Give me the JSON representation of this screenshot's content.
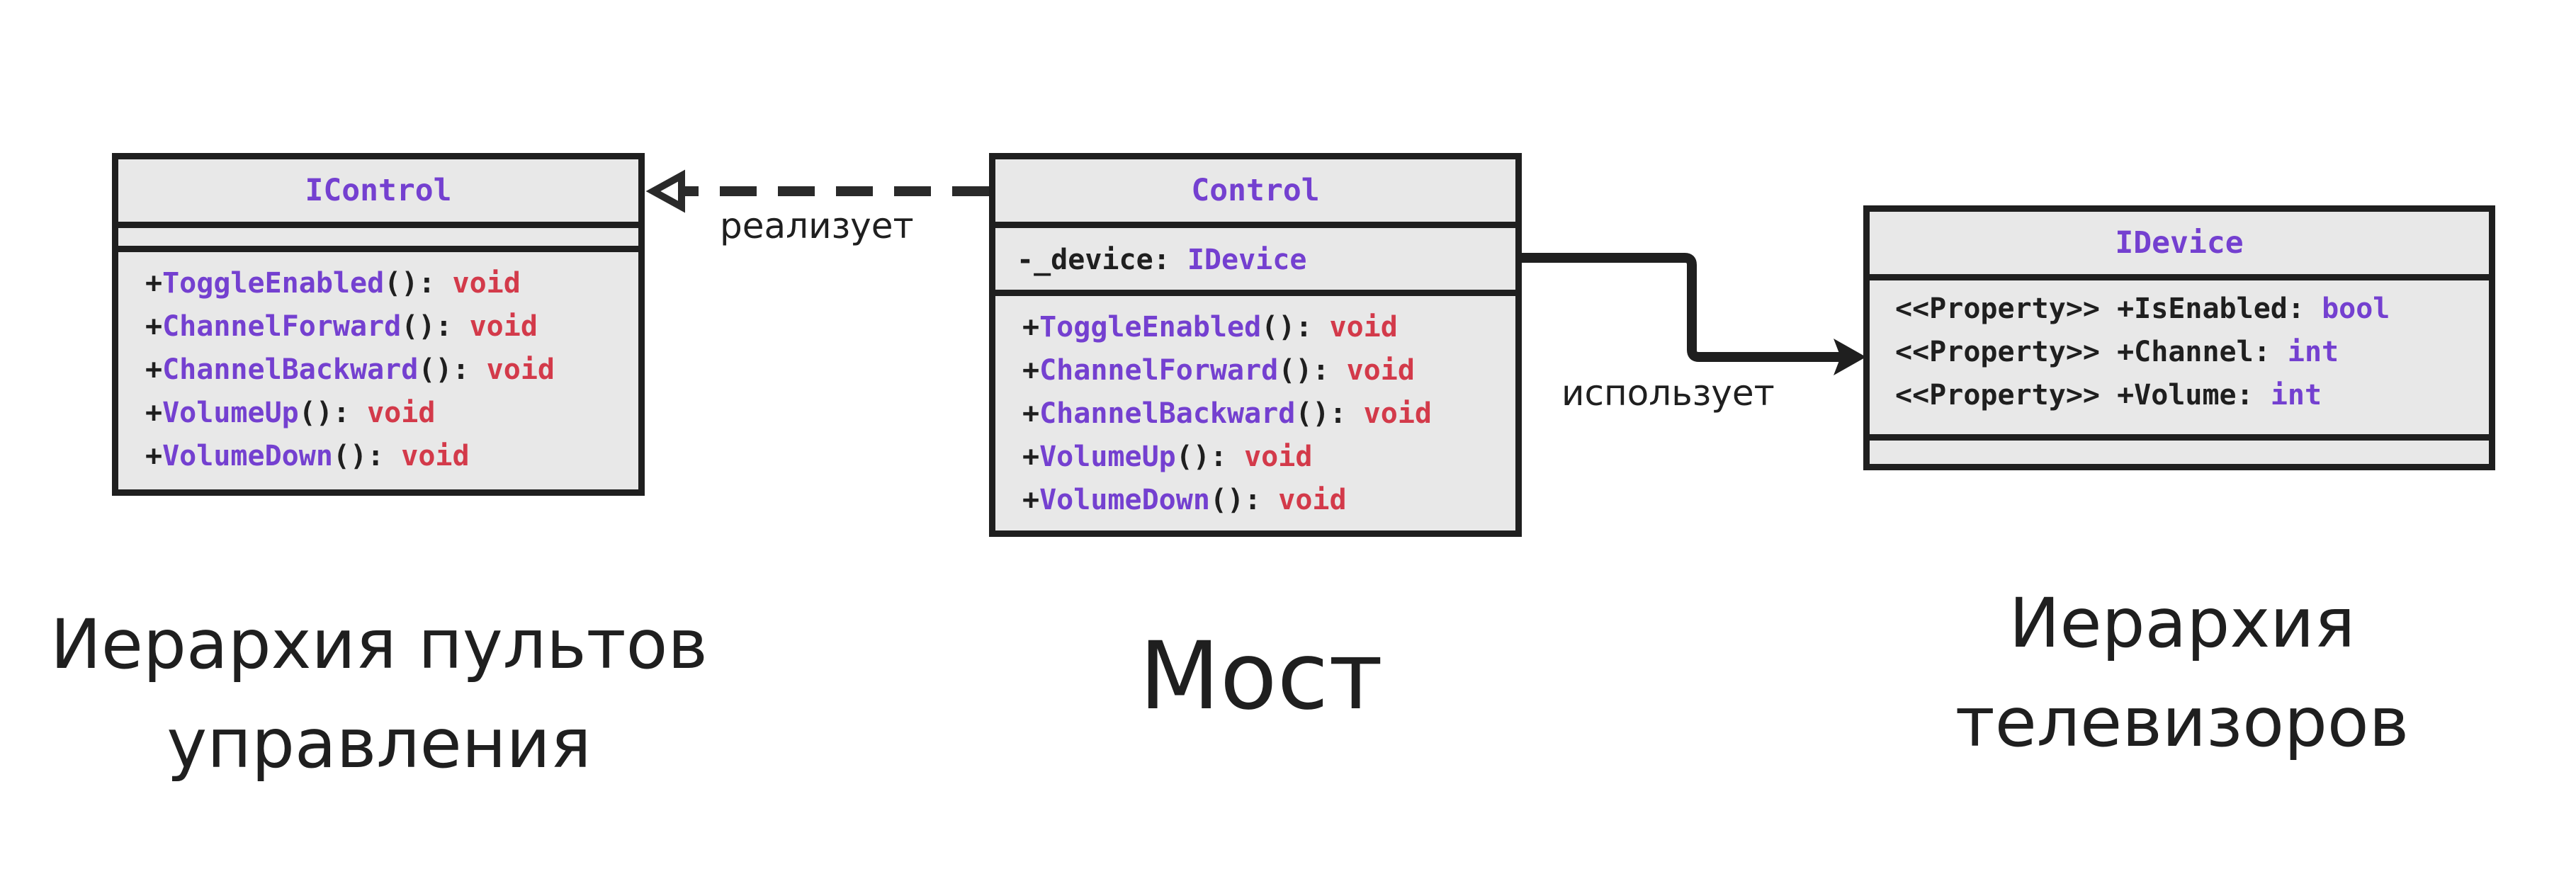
{
  "diagram": {
    "boxes": {
      "icontrol": {
        "name": "IControl",
        "members": [
          {
            "prefix": "+",
            "name": "ToggleEnabled",
            "paren": "(): ",
            "type": "void"
          },
          {
            "prefix": "+",
            "name": "ChannelForward",
            "paren": "(): ",
            "type": "void"
          },
          {
            "prefix": "+",
            "name": "ChannelBackward",
            "paren": "(): ",
            "type": "void"
          },
          {
            "prefix": "+",
            "name": "VolumeUp",
            "paren": "(): ",
            "type": "void"
          },
          {
            "prefix": "+",
            "name": "VolumeDown",
            "paren": "(): ",
            "type": "void"
          }
        ]
      },
      "control": {
        "name": "Control",
        "field": {
          "text": "-_device: ",
          "type": "IDevice"
        },
        "members": [
          {
            "prefix": "+",
            "name": "ToggleEnabled",
            "paren": "(): ",
            "type": "void"
          },
          {
            "prefix": "+",
            "name": "ChannelForward",
            "paren": "(): ",
            "type": "void"
          },
          {
            "prefix": "+",
            "name": "ChannelBackward",
            "paren": "(): ",
            "type": "void"
          },
          {
            "prefix": "+",
            "name": "VolumeUp",
            "paren": "(): ",
            "type": "void"
          },
          {
            "prefix": "+",
            "name": "VolumeDown",
            "paren": "(): ",
            "type": "void"
          }
        ]
      },
      "idevice": {
        "name": "IDevice",
        "properties": [
          {
            "text": "<<Property>> +IsEnabled: ",
            "type": "bool"
          },
          {
            "text": "<<Property>> +Channel: ",
            "type": "int"
          },
          {
            "text": "<<Property>> +Volume: ",
            "type": "int"
          }
        ]
      }
    },
    "edges": {
      "realizes_label": "реализует",
      "uses_label": "использует"
    },
    "captions": {
      "left": [
        "Иерархия пультов",
        "управления"
      ],
      "center": "Мост",
      "right": [
        "Иерархия",
        "телевизоров"
      ]
    },
    "colors": {
      "stroke": "#1f1f1f",
      "box_fill": "#e8e8e8",
      "identifier": "#7440d0",
      "type_keyword": "#d33a4a"
    }
  }
}
